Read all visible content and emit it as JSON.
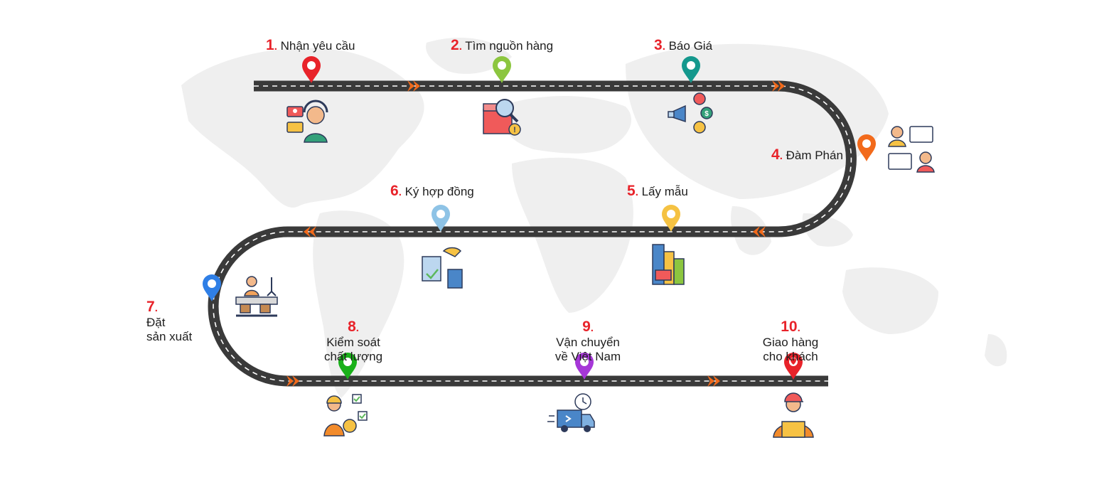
{
  "colors": {
    "road": "#3a3a3a",
    "road_dash": "#ffffff",
    "arrow": "#f26a1b",
    "number": "#e8232a",
    "map": "#efefef"
  },
  "steps": [
    {
      "num": "1",
      "sep": ".",
      "text": "Nhận yêu cầu",
      "pin_color": "#e8232a",
      "icon": "customer-support-icon"
    },
    {
      "num": "2",
      "sep": ".",
      "text": "Tìm nguồn hàng",
      "pin_color": "#8cc63f",
      "icon": "product-search-icon"
    },
    {
      "num": "3",
      "sep": ".",
      "text": "Báo Giá",
      "pin_color": "#14988d",
      "icon": "price-quote-icon"
    },
    {
      "num": "4",
      "sep": ".",
      "text": "Đàm Phán",
      "pin_color": "#f26a1b",
      "icon": "negotiation-chat-icon"
    },
    {
      "num": "5",
      "sep": ".",
      "text": "Lấy mẫu",
      "pin_color": "#f5c242",
      "icon": "product-samples-icon"
    },
    {
      "num": "6",
      "sep": ".",
      "text": "Ký hợp đồng",
      "pin_color": "#8ec3e6",
      "icon": "contract-handshake-icon"
    },
    {
      "num": "7",
      "sep": ".",
      "text": "Đặt\nsản xuất",
      "pin_color": "#2f7fe6",
      "icon": "production-line-icon"
    },
    {
      "num": "8",
      "sep": ".",
      "text": "Kiểm soát\nchất lượng",
      "pin_color": "#19b019",
      "icon": "quality-control-icon"
    },
    {
      "num": "9",
      "sep": ".",
      "text": "Vận chuyển\nvề Việt Nam",
      "pin_color": "#a637d8",
      "icon": "delivery-truck-icon"
    },
    {
      "num": "10",
      "sep": ".",
      "text": "Giao hàng\ncho khách",
      "pin_color": "#e8232a",
      "icon": "delivery-person-icon"
    }
  ]
}
